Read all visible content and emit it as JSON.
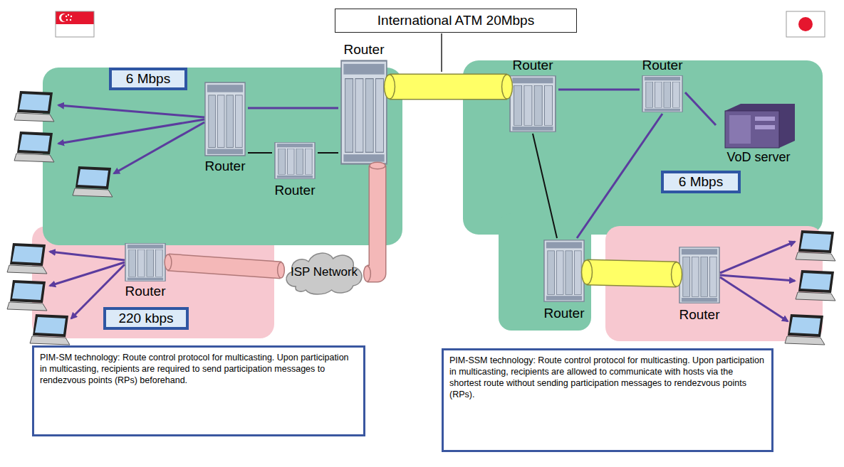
{
  "diagram": {
    "nodes": [
      {
        "text": [
          "International ATM 20Mbps"
        ]
      },
      {
        "text": [
          "Router"
        ]
      },
      {
        "text": [
          "Router"
        ]
      },
      {
        "text": [
          "6 Mbps"
        ]
      },
      {
        "text": [
          "Router"
        ]
      },
      {
        "text": [
          "ISP Network"
        ]
      },
      {
        "text": [
          "Router"
        ]
      },
      {
        "text": [
          "220 kbps"
        ]
      },
      {
        "text": [
          "Router"
        ]
      },
      {
        "text": [
          "Router"
        ]
      },
      {
        "text": [
          "VoD server"
        ]
      },
      {
        "text": [
          "6 Mbps"
        ]
      },
      {
        "text": [
          "Router"
        ]
      },
      {
        "text": [
          "Router"
        ]
      },
      {
        "text": [
          "PIM-SM technology: Route control protocol for multicasting. Upon participation in multicasting, recipients are required to send participation messages to rendezvous points (RPs) beforehand."
        ]
      },
      {
        "text": [
          "PIM-SSM technology: Route control protocol for multicasting. Upon participation in multicasting, recipients are allowed to communicate with hosts via the shortest route without sending participation messages to rendezvous points (RPs)."
        ]
      }
    ],
    "edges": [
      {
        "from": 2,
        "to": 1,
        "arrow": "none"
      },
      {
        "from": 2,
        "to": 4,
        "arrow": "none"
      },
      {
        "from": 4,
        "to": 1,
        "arrow": "none"
      },
      {
        "from": 1,
        "to": 8,
        "arrow": "none"
      },
      {
        "from": 1,
        "to": 5,
        "arrow": "none"
      },
      {
        "from": 5,
        "to": 6,
        "arrow": "none"
      },
      {
        "from": 8,
        "to": 9,
        "arrow": "none"
      },
      {
        "from": 8,
        "to": 12,
        "arrow": "none"
      },
      {
        "from": 12,
        "to": 9,
        "arrow": "none"
      },
      {
        "from": 9,
        "to": 10,
        "arrow": "none"
      },
      {
        "from": 12,
        "to": 13,
        "arrow": "none"
      }
    ]
  }
}
